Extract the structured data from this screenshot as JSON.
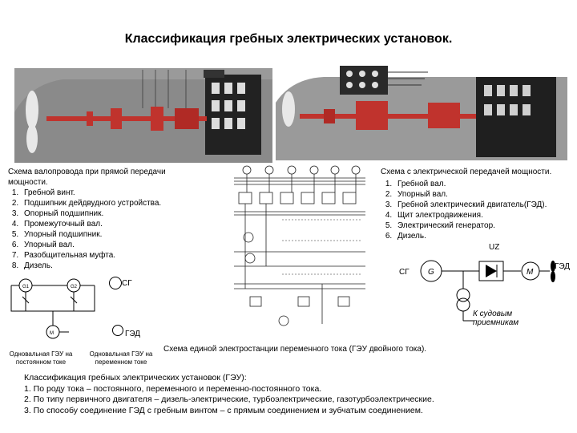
{
  "title": "Классификация гребных электрических установок.",
  "direct_drive": {
    "caption": "Схема валопровода при прямой передачи мощности.",
    "items": [
      "Гребной винт.",
      "Подшипник дейдвудного устройства.",
      "Опорный подшипник.",
      "Промежуточный вал.",
      "Упорный подшипник.",
      "Упорный вал.",
      "Разобщительная муфта.",
      "Дизель."
    ]
  },
  "electric_drive": {
    "caption": "Схема с электрической передачей мощности.",
    "items": [
      "Гребной вал.",
      "Упорный вал.",
      "Гребной электрический двигатель(ГЭД).",
      "Щит электродвижения.",
      "Электрический генератор.",
      "Дизель."
    ]
  },
  "left_scheme": {
    "sg": "СГ",
    "ged": "ГЭД",
    "sub_left": "Одновальная ГЭУ на постоянном токе",
    "sub_right": "Одновальная ГЭУ на переменном токе"
  },
  "center_caption": "Схема единой электростанции переменного тока (ГЭУ двойного тока).",
  "right_scheme": {
    "uz": "UZ",
    "sg": "СГ",
    "ged": "ГЭД",
    "consumers": "К судовым приемникам"
  },
  "classification": {
    "heading": "Классификация гребных электрических установок (ГЭУ):",
    "items": [
      "1.  По роду тока – постоянного, переменного и переменно-постоянного тока.",
      "2.  По типу первичного двигателя – дизель-электрические, турбоэлектрические, газотурбоэлектрические.",
      "3.  По способу соединение ГЭД с гребным винтом – с прямым соединением и зубчатым соединением."
    ]
  }
}
